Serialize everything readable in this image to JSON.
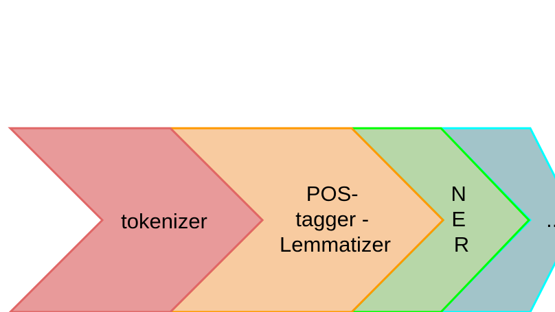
{
  "pipeline": {
    "steps": [
      {
        "id": "tokenizer",
        "lines": [
          "tokenizer"
        ],
        "fill": "#e89a9a",
        "stroke": "#e06666"
      },
      {
        "id": "pos-tagger-lemmatizer",
        "lines": [
          "POS-",
          "tagger -",
          "Lemmatizer"
        ],
        "fill": "#f8cba0",
        "stroke": "#ff9900"
      },
      {
        "id": "ner",
        "lines": [
          "N",
          "E",
          "R"
        ],
        "fill": "#b7d7a8",
        "stroke": "#00ff00"
      },
      {
        "id": "more",
        "lines": [
          "..."
        ],
        "fill": "#a2c4c9",
        "stroke": "#00ffff"
      }
    ]
  }
}
